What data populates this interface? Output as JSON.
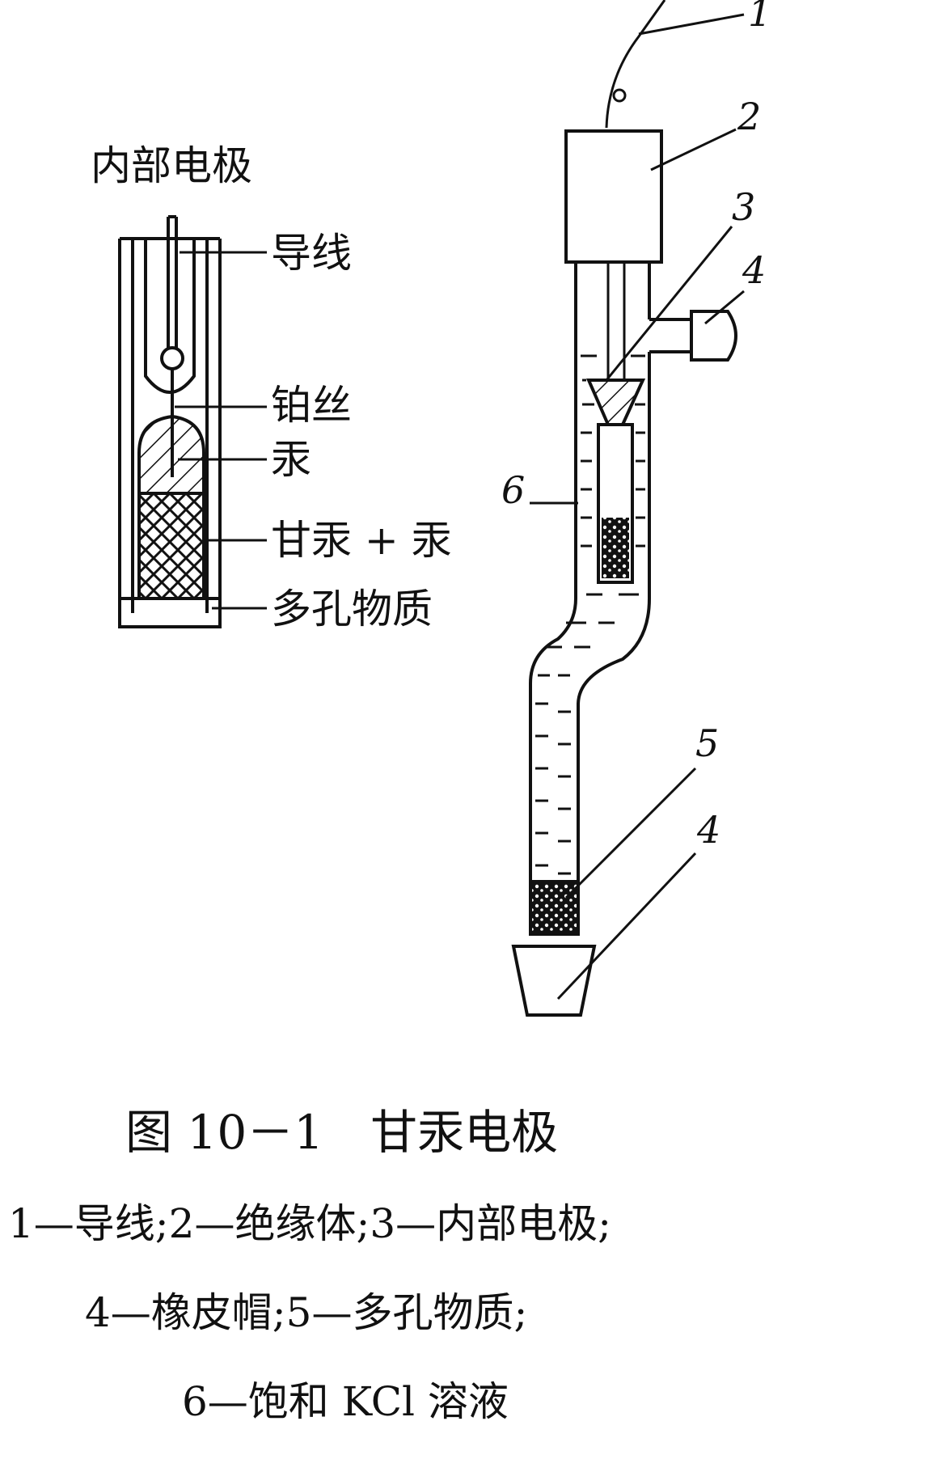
{
  "inner_electrode": {
    "title": "内部电极",
    "labels": [
      "导线",
      "铂丝",
      "汞",
      "甘汞 + 汞",
      "多孔物质"
    ]
  },
  "main_electrode": {
    "numbers": [
      "1",
      "2",
      "3",
      "4",
      "6",
      "5",
      "4"
    ]
  },
  "figure": {
    "title": "图 10－1　甘汞电极",
    "caption_lines": [
      "1—导线;2—绝缘体;3—内部电极;",
      "4—橡皮帽;5—多孔物质;",
      "6—饱和 KCl 溶液"
    ]
  }
}
